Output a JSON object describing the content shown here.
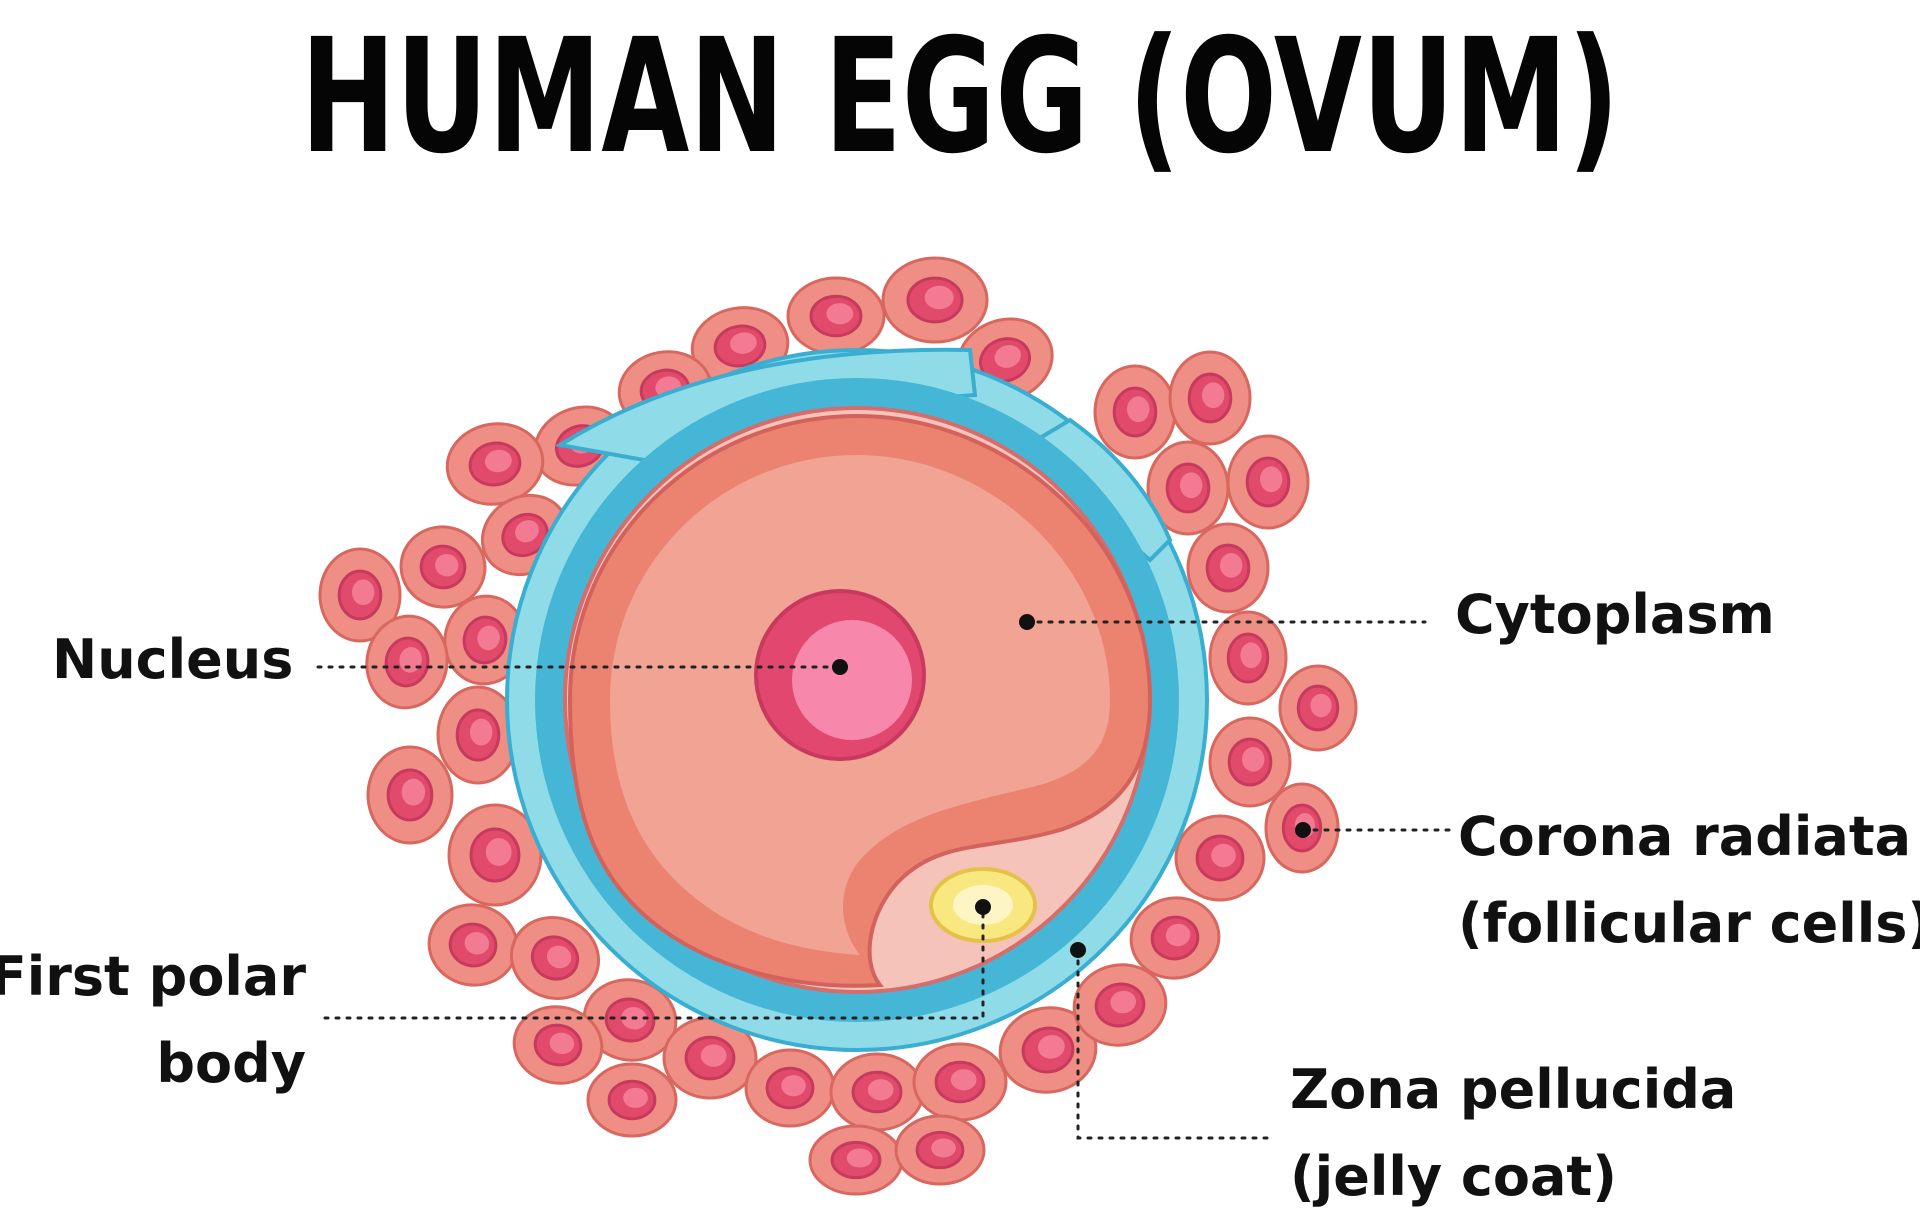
{
  "title": "HUMAN EGG (OVUM)",
  "labels": {
    "nucleus": "Nucleus",
    "cytoplasm": "Cytoplasm",
    "corona_line1": "Corona radiata",
    "corona_line2": "(follicular cells)",
    "polar_line1": "First polar",
    "polar_line2": "body",
    "zona_line1": "Zona pellucida",
    "zona_line2": "(jelly coat)"
  },
  "colors": {
    "follicle_cell": "#ee8e84",
    "follicle_nucleus": "#e14a6a",
    "zona_outer": "#8fdbe8",
    "zona_inner": "#45b6d6",
    "cytoplasm_outer": "#ec8270",
    "cytoplasm_inner": "#f1a394",
    "nucleus_outer": "#e2476f",
    "nucleus_inner": "#f787ab",
    "polar_body": "#f9e880"
  }
}
